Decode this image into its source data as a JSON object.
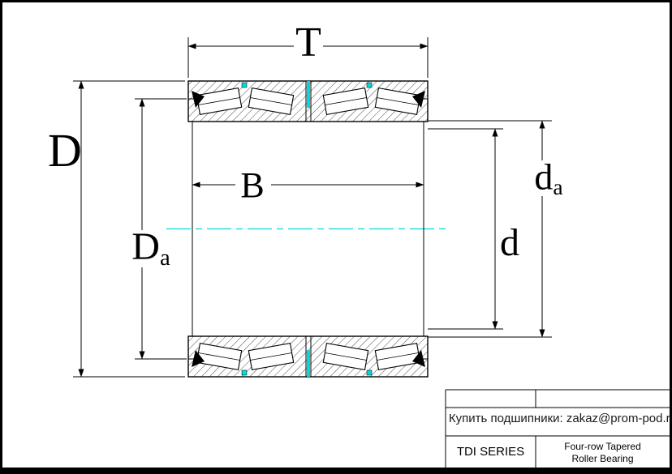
{
  "drawing": {
    "dimension_labels": {
      "T": "T",
      "D": "D",
      "B": "B",
      "d": "d",
      "Da": {
        "main": "D",
        "sub": "a"
      },
      "da": {
        "main": "d",
        "sub": "a"
      }
    },
    "colors": {
      "centerline": "#00d9d9",
      "line": "#000000",
      "background": "#ffffff"
    }
  },
  "title_block": {
    "series": "TDI SERIES",
    "description_line1": "Four-row Tapered",
    "description_line2": "Roller Bearing"
  },
  "contact": {
    "text": "Купить подшипники: zakaz@prom-pod.ru"
  }
}
